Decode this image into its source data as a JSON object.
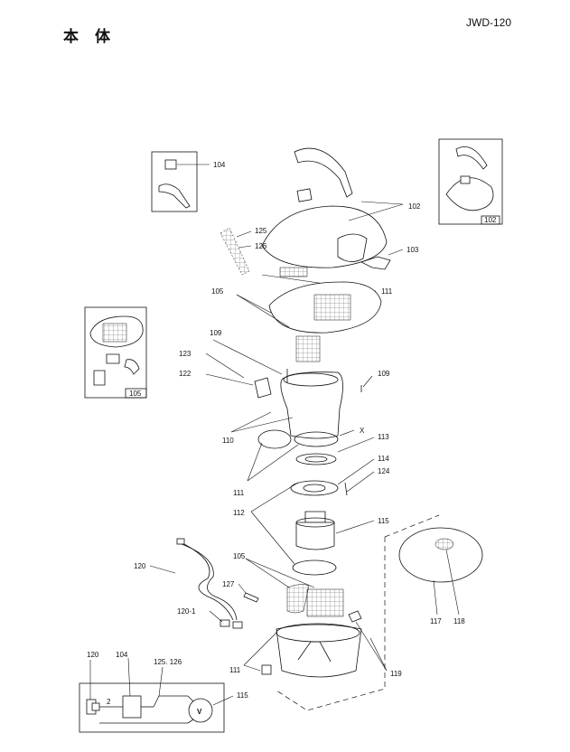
{
  "header": {
    "title": "本体",
    "model": "JWD-120"
  },
  "labels": {
    "l104": "104",
    "l102": "102",
    "l103": "103",
    "l125": "125",
    "l126": "126",
    "l111a": "111",
    "l105a": "105",
    "l109a": "109",
    "l123": "123",
    "l122": "122",
    "l109b": "109",
    "l110": "110",
    "lx": "X",
    "l113": "113",
    "l114": "114",
    "l124": "124",
    "l111b": "111",
    "l112": "112",
    "l115a": "115",
    "l105b": "105",
    "l120": "120",
    "l127": "127",
    "l120_1": "120-1",
    "l117": "117",
    "l118": "118",
    "l111c": "111",
    "l119": "119"
  },
  "insets": {
    "i102": "102",
    "i105": "105"
  },
  "schematic": {
    "l120": "120",
    "l104": "104",
    "l125_126": "125. 126",
    "l2": "2",
    "l115": "115",
    "motor": "V"
  }
}
